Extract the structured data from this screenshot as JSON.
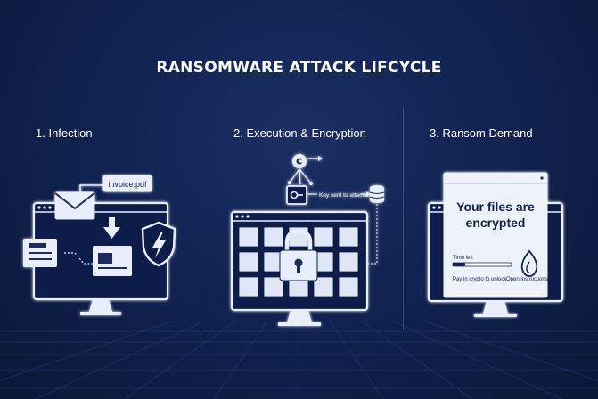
{
  "title": "RANSOMWARE ATTACK LIFCYCLE",
  "steps": [
    {
      "label": "1. Infection"
    },
    {
      "label": "2. Execution & Encryption"
    },
    {
      "label": "3. Ransom Demand"
    }
  ],
  "infection": {
    "file_name": "invoice.pdf"
  },
  "encryption": {
    "key_label": "Key sent to attacker"
  },
  "ransom": {
    "headline_line1": "Your files are",
    "headline_line2": "encrypted",
    "time_left": "Time left",
    "pay_text": "Pay in crypto to unlock",
    "open_instructions": "Open instructions"
  },
  "colors": {
    "background": "#112352",
    "foreground": "#ffffff",
    "accent": "#cfd8ea"
  }
}
